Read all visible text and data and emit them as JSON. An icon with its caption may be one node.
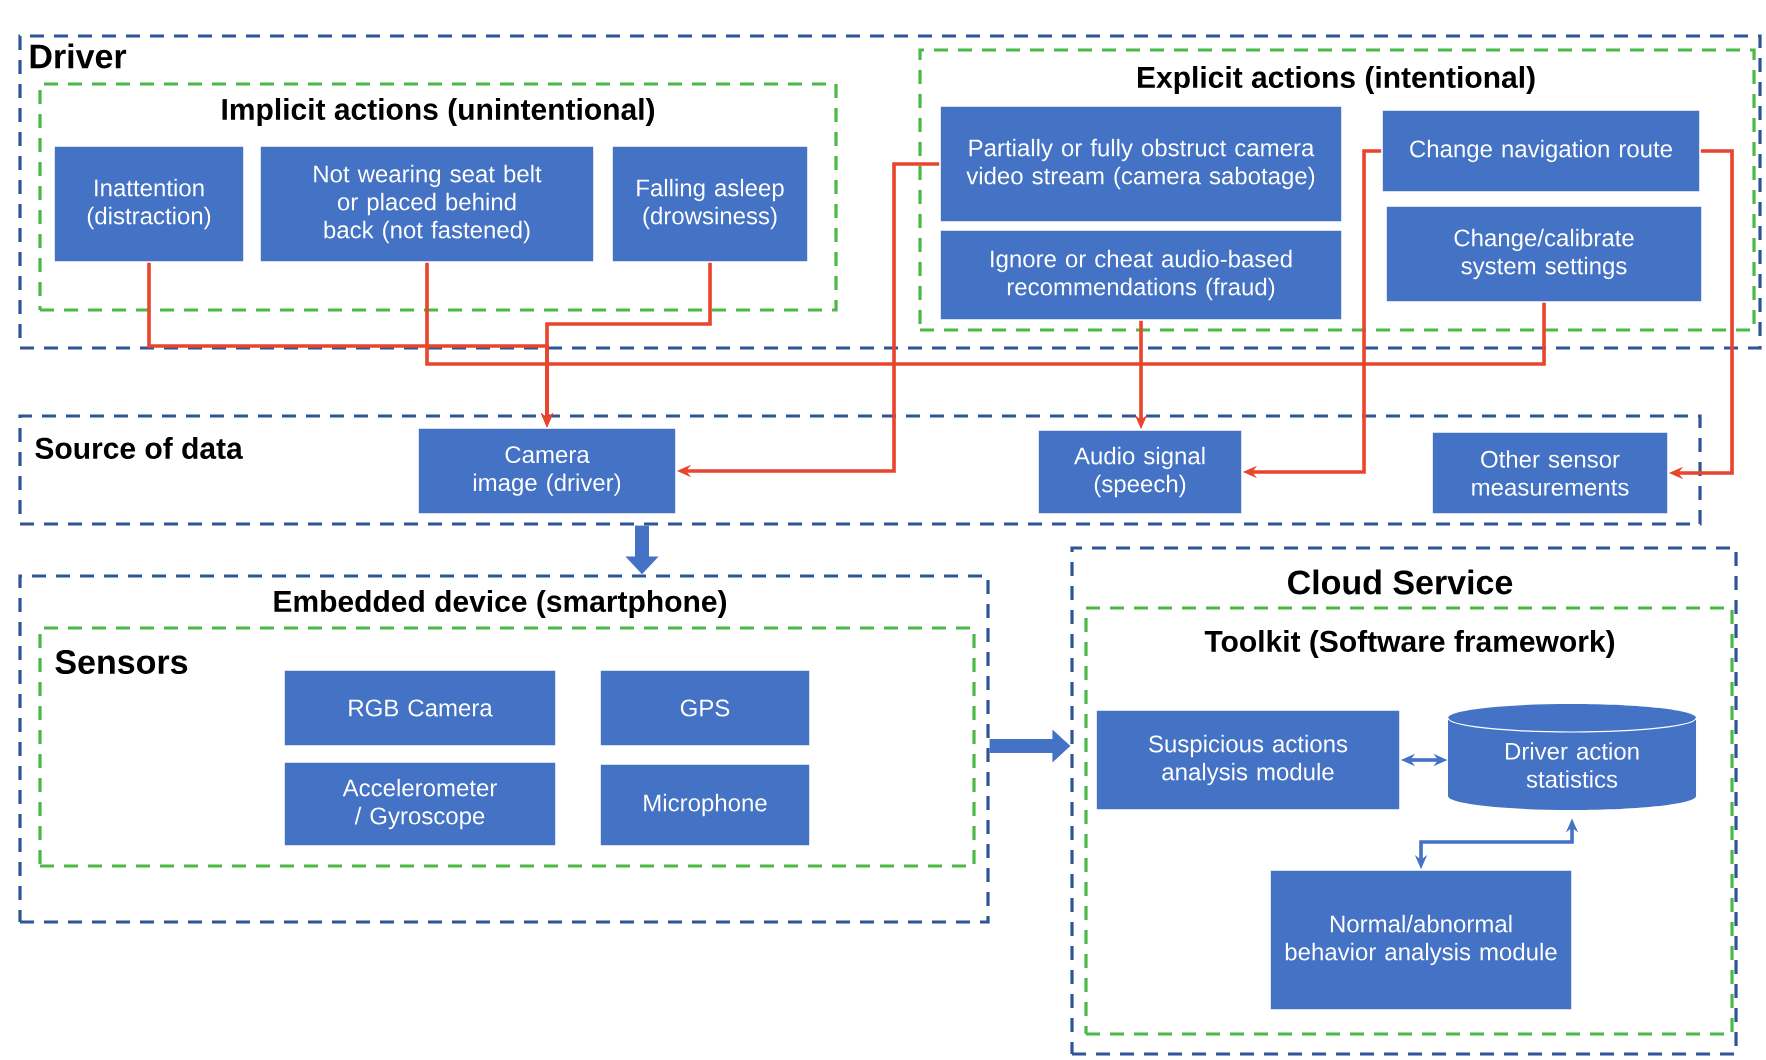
{
  "diagram": {
    "nodes": [
      {
        "text": [
          "Driver"
        ]
      },
      {
        "text": [
          "Implicit actions (unintentional)"
        ],
        "in": 0
      },
      {
        "text": [
          "Inattention (distraction)"
        ],
        "in": 1
      },
      {
        "text": [
          "Not wearing seat belt or placed behind back (not fastened)"
        ],
        "in": 1
      },
      {
        "text": [
          "Falling asleep (drowsiness)"
        ],
        "in": 1
      },
      {
        "text": [
          "Explicit actions (intentional)"
        ],
        "in": 0
      },
      {
        "text": [
          "Partially or fully obstruct camera video stream (camera sabotage)"
        ],
        "in": 5
      },
      {
        "text": [
          "Ignore or cheat audio-based recommendations (fraud)"
        ],
        "in": 5
      },
      {
        "text": [
          "Change navigation route"
        ],
        "in": 5
      },
      {
        "text": [
          "Change/calibrate system settings"
        ],
        "in": 5
      },
      {
        "text": [
          "Source of data"
        ]
      },
      {
        "text": [
          "Camera image (driver)"
        ],
        "in": 10
      },
      {
        "text": [
          "Audio signal (speech)"
        ],
        "in": 10
      },
      {
        "text": [
          "Other sensor measurements"
        ],
        "in": 10
      },
      {
        "text": [
          "Embedded device (smartphone)"
        ]
      },
      {
        "text": [
          "Sensors"
        ],
        "in": 14
      },
      {
        "text": [
          "RGB Camera"
        ],
        "in": 15
      },
      {
        "text": [
          "GPS"
        ],
        "in": 15
      },
      {
        "text": [
          "Accelerometer / Gyroscope"
        ],
        "in": 15
      },
      {
        "text": [
          "Microphone"
        ],
        "in": 15
      },
      {
        "text": [
          "Cloud Service"
        ]
      },
      {
        "text": [
          "Toolkit (Software framework)"
        ],
        "in": 20
      },
      {
        "text": [
          "Suspicious actions analysis module"
        ],
        "in": 21
      },
      {
        "text": [
          "Driver action statistics"
        ],
        "in": 21
      },
      {
        "text": [
          "Normal/abnormal behavior analysis module"
        ],
        "in": 21
      }
    ],
    "edges": [
      {
        "from": 2,
        "to": 11,
        "arrow": "to"
      },
      {
        "from": 3,
        "to": 11,
        "arrow": "to"
      },
      {
        "from": 4,
        "to": 11,
        "arrow": "to"
      },
      {
        "from": 9,
        "to": 11,
        "arrow": "to"
      },
      {
        "from": 6,
        "to": 11,
        "arrow": "to"
      },
      {
        "from": 7,
        "to": 12,
        "arrow": "to"
      },
      {
        "from": 8,
        "to": 12,
        "arrow": "to"
      },
      {
        "from": 8,
        "to": 13,
        "arrow": "to"
      },
      {
        "from": 10,
        "to": 14,
        "arrow": "to",
        "style": "thick",
        "color": "#4472c4"
      },
      {
        "from": 14,
        "to": 20,
        "arrow": "to",
        "style": "thick",
        "color": "#4472c4"
      },
      {
        "from": 22,
        "to": 23,
        "arrow": "both",
        "color": "#4472c4"
      },
      {
        "from": 24,
        "to": 23,
        "arrow": "both",
        "color": "#4472c4"
      }
    ]
  }
}
